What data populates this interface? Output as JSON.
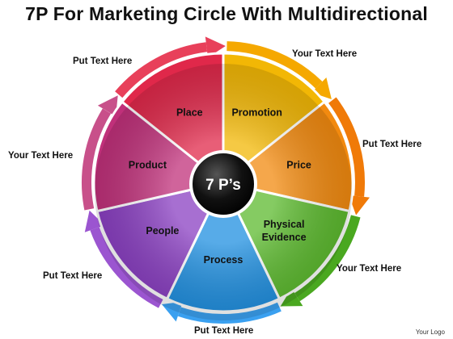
{
  "title": "7P For Marketing Circle With Multidirectional",
  "center": {
    "label": "7 P’s"
  },
  "segments": [
    {
      "lines": [
        "Promotion"
      ],
      "color": "#f2b705",
      "arrow_color": "#f5a800",
      "icon": "arrow-head-icon"
    },
    {
      "lines": [
        "Price"
      ],
      "color": "#f28a0f",
      "arrow_color": "#f07a08",
      "icon": "arrow-head-icon"
    },
    {
      "lines": [
        "Physical",
        "Evidence"
      ],
      "color": "#5cba2e",
      "arrow_color": "#4aa820",
      "icon": "arrow-head-icon"
    },
    {
      "lines": [
        "Process"
      ],
      "color": "#1f8fe0",
      "arrow_color": "#3aa0f0",
      "icon": "arrow-head-icon"
    },
    {
      "lines": [
        "People"
      ],
      "color": "#8a3fc2",
      "arrow_color": "#9b55d0",
      "icon": "arrow-head-icon"
    },
    {
      "lines": [
        "Product"
      ],
      "color": "#c0307a",
      "arrow_color": "#c8508a",
      "icon": "arrow-head-icon"
    },
    {
      "lines": [
        "Place"
      ],
      "color": "#e0284a",
      "arrow_color": "#e8405a",
      "icon": "arrow-head-icon"
    }
  ],
  "callouts": [
    "Your Text Here",
    "Put Text Here",
    "Your Text Here",
    "Put Text Here",
    "Put Text Here",
    "Your Text Here",
    "Put Text Here"
  ],
  "logo": "Your Logo"
}
